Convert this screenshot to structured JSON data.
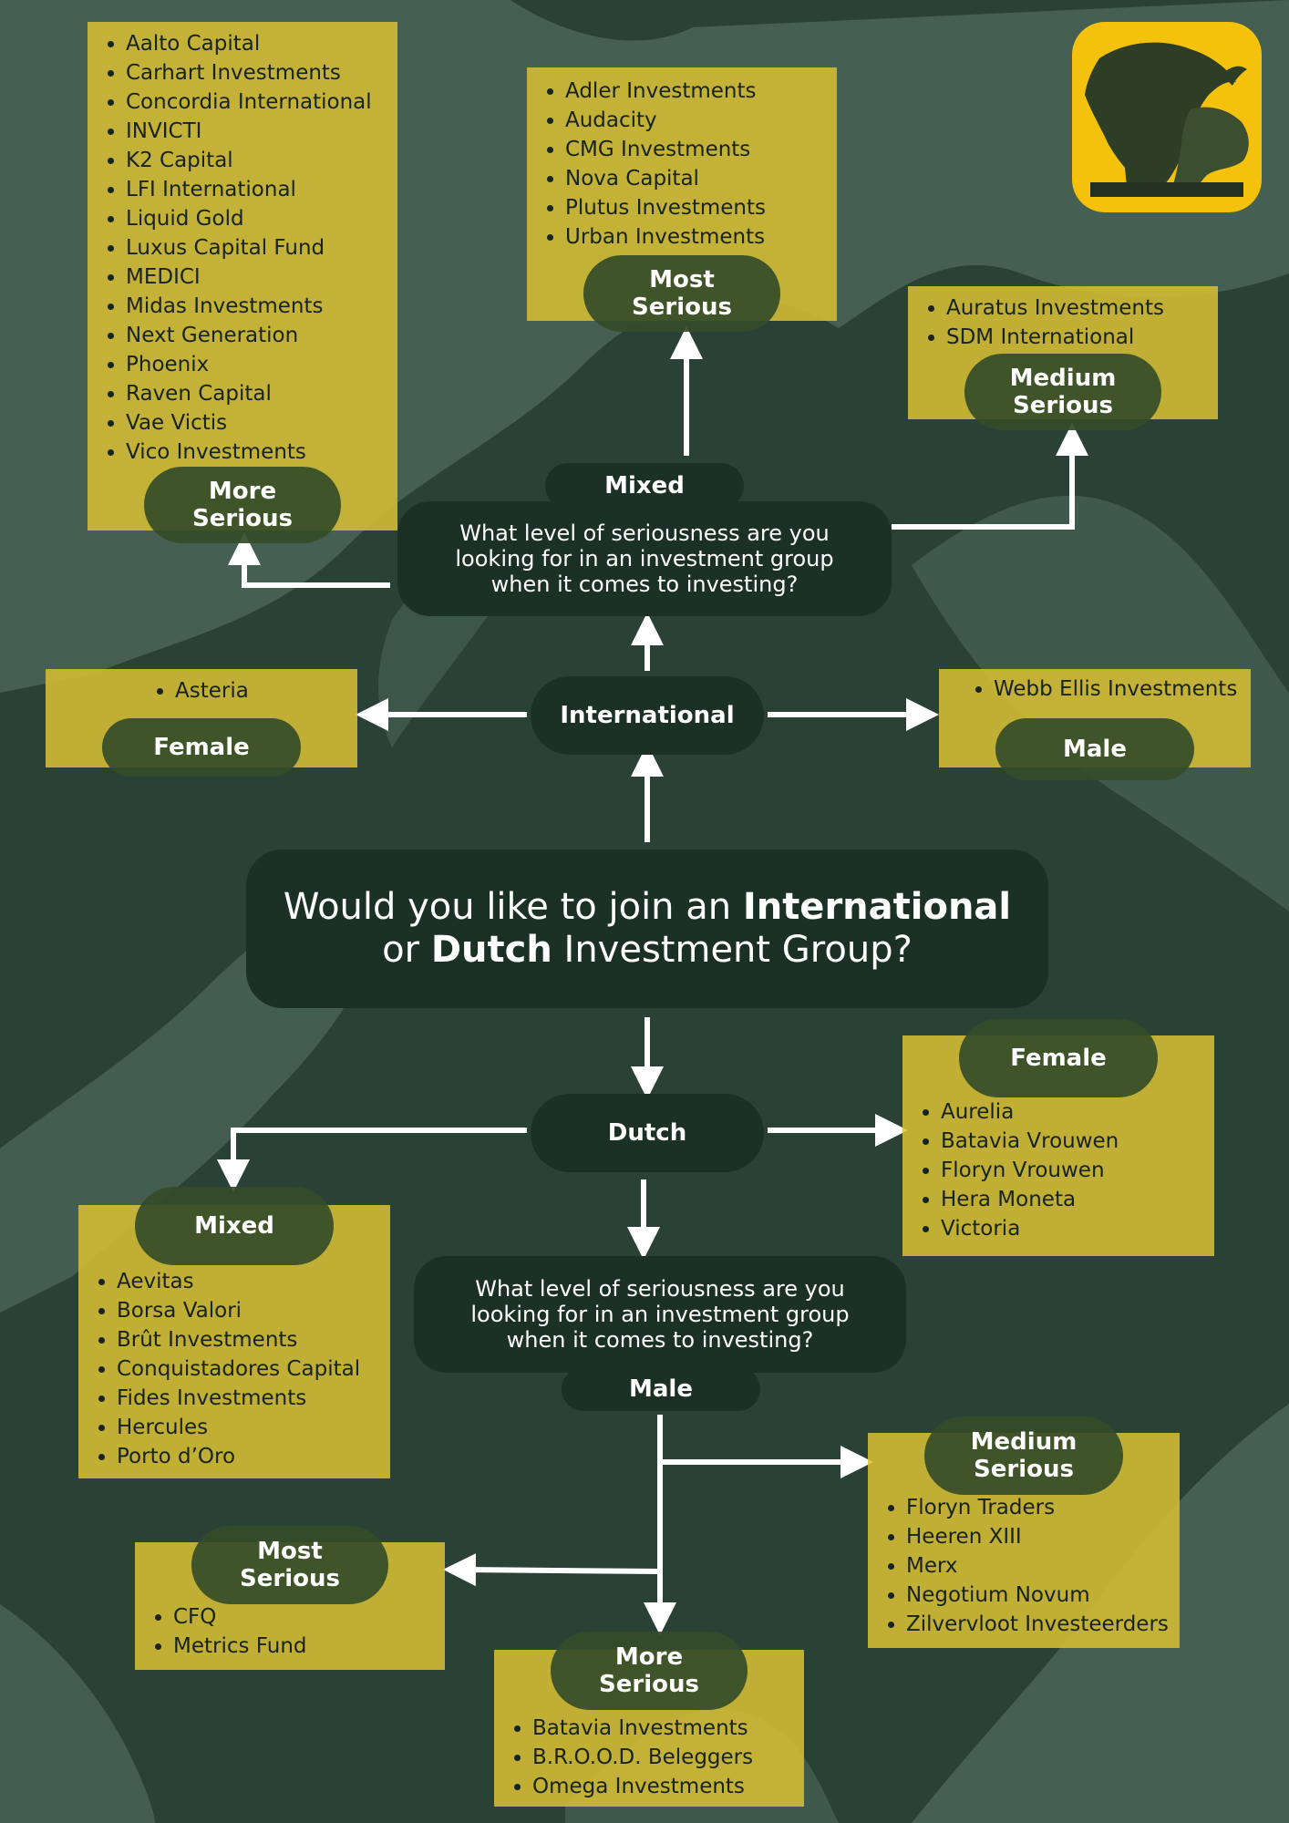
{
  "colors": {
    "background": "#2a4236",
    "panel": "#dac034",
    "pill": "#344c28",
    "node": "#1c3126",
    "logo_bg": "#f4c20d"
  },
  "main_question": {
    "line1_prefix": "Would you like to join an ",
    "line1_bold": "International",
    "line2_prefix": "or ",
    "line2_bold": "Dutch",
    "line2_suffix": " Investment Group?"
  },
  "international": {
    "node_label": "International",
    "female": {
      "label": "Female",
      "items": [
        "Asteria"
      ]
    },
    "male": {
      "label": "Male",
      "items": [
        "Webb Ellis Investments"
      ]
    },
    "mixed": {
      "label": "Mixed",
      "question": "What level of seriousness are you looking for in an investment group when it comes to investing?",
      "more_serious": {
        "label": "More\nSerious",
        "items": [
          "Aalto Capital",
          "Carhart Investments",
          "Concordia International",
          "INVICTI",
          "K2 Capital",
          "LFI International",
          "Liquid Gold",
          "Luxus Capital Fund",
          "MEDICI",
          "Midas Investments",
          "Next Generation",
          "Phoenix",
          "Raven Capital",
          "Vae Victis",
          "Vico Investments"
        ]
      },
      "most_serious": {
        "label": "Most\nSerious",
        "items": [
          "Adler Investments",
          "Audacity",
          "CMG Investments",
          "Nova Capital",
          "Plutus Investments",
          "Urban Investments"
        ]
      },
      "medium_serious": {
        "label": "Medium\nSerious",
        "items": [
          "Auratus Investments",
          "SDM International"
        ]
      }
    }
  },
  "dutch": {
    "node_label": "Dutch",
    "female": {
      "label": "Female",
      "items": [
        "Aurelia",
        "Batavia Vrouwen",
        "Floryn Vrouwen",
        "Hera Moneta",
        "Victoria"
      ]
    },
    "mixed": {
      "label": "Mixed",
      "items": [
        "Aevitas",
        "Borsa Valori",
        "Brût Investments",
        "Conquistadores Capital",
        "Fides Investments",
        "Hercules",
        "Porto d’Oro"
      ]
    },
    "male": {
      "label": "Male",
      "question": "What level of seriousness are you looking for in an investment group when it comes to investing?",
      "medium_serious": {
        "label": "Medium\nSerious",
        "items": [
          "Floryn Traders",
          "Heeren XIII",
          "Merx",
          "Negotium Novum",
          "Zilvervloot Investeerders"
        ]
      },
      "most_serious": {
        "label": "Most\nSerious",
        "items": [
          "CFQ",
          "Metrics Fund"
        ]
      },
      "more_serious": {
        "label": "More\nSerious",
        "items": [
          "Batavia Investments",
          "B.R.O.O.D. Beleggers",
          "Omega Investments"
        ]
      }
    }
  },
  "logo": {
    "icon": "bull-bear-statue-icon"
  }
}
